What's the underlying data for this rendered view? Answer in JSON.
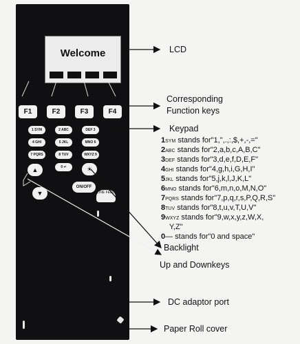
{
  "lcd": {
    "text": "Welcome"
  },
  "function_keys": [
    "F1",
    "F2",
    "F3",
    "F4"
  ],
  "keypad": [
    {
      "num": "1",
      "sub": "SYM"
    },
    {
      "num": "2",
      "sub": "ABC"
    },
    {
      "num": "3",
      "sub": "DEF"
    },
    {
      "num": "4",
      "sub": "GHI"
    },
    {
      "num": "5",
      "sub": "JKL"
    },
    {
      "num": "6",
      "sub": "MNO"
    },
    {
      "num": "7",
      "sub": "PQRS"
    },
    {
      "num": "8",
      "sub": "TUV"
    },
    {
      "num": "9",
      "sub": "WXYZ"
    },
    {
      "num": "0",
      "sub": "↵"
    }
  ],
  "special_keys": {
    "up": "▲",
    "down": "▼",
    "backlight": "☀",
    "onoff": "ON/OFF",
    "line_feed": "LINE FEED"
  },
  "callouts": {
    "lcd": "LCD",
    "function_keys_line1": "Corresponding",
    "function_keys_line2": "Function keys",
    "keypad": "Keypad",
    "backlight": "Backlight",
    "up_down": "Up and Downkeys",
    "dc_port": "DC adaptor port",
    "paper_cover": "Paper Roll cover"
  },
  "key_mappings": [
    {
      "key": "1",
      "sub": "SYM",
      "desc": " stands for\"1,\",.,:,$,+,-,=\""
    },
    {
      "key": "2",
      "sub": "ABC",
      "desc": " stands for\"2,a,b,c,A,B,C\""
    },
    {
      "key": "3",
      "sub": "DEF",
      "desc": " stands for\"3,d,e,f,D,E,F\""
    },
    {
      "key": "4",
      "sub": "GHI",
      "desc": " stands for\"4,g,h,i,G,H,I\""
    },
    {
      "key": "5",
      "sub": "JKL",
      "desc": " stands for\"5,j,k,l,J,K,L\""
    },
    {
      "key": "6",
      "sub": "MNO",
      "desc": " stands for\"6,m,n,o,M,N,O\""
    },
    {
      "key": "7",
      "sub": "PQRS",
      "desc": " stands for\"7,p,q,r,s,P,Q,R,S\""
    },
    {
      "key": "8",
      "sub": "TUV",
      "desc": " stands for\"8,t,u,v,T,U,V\""
    },
    {
      "key": "9",
      "sub": "WXYZ",
      "desc": " stands for\"9,w,x,y,z,W,X,"
    },
    {
      "key": "",
      "sub": "",
      "desc": "Y,Z\""
    },
    {
      "key": "0",
      "sub": "—",
      "desc": " stands for\"0 and space\""
    }
  ]
}
